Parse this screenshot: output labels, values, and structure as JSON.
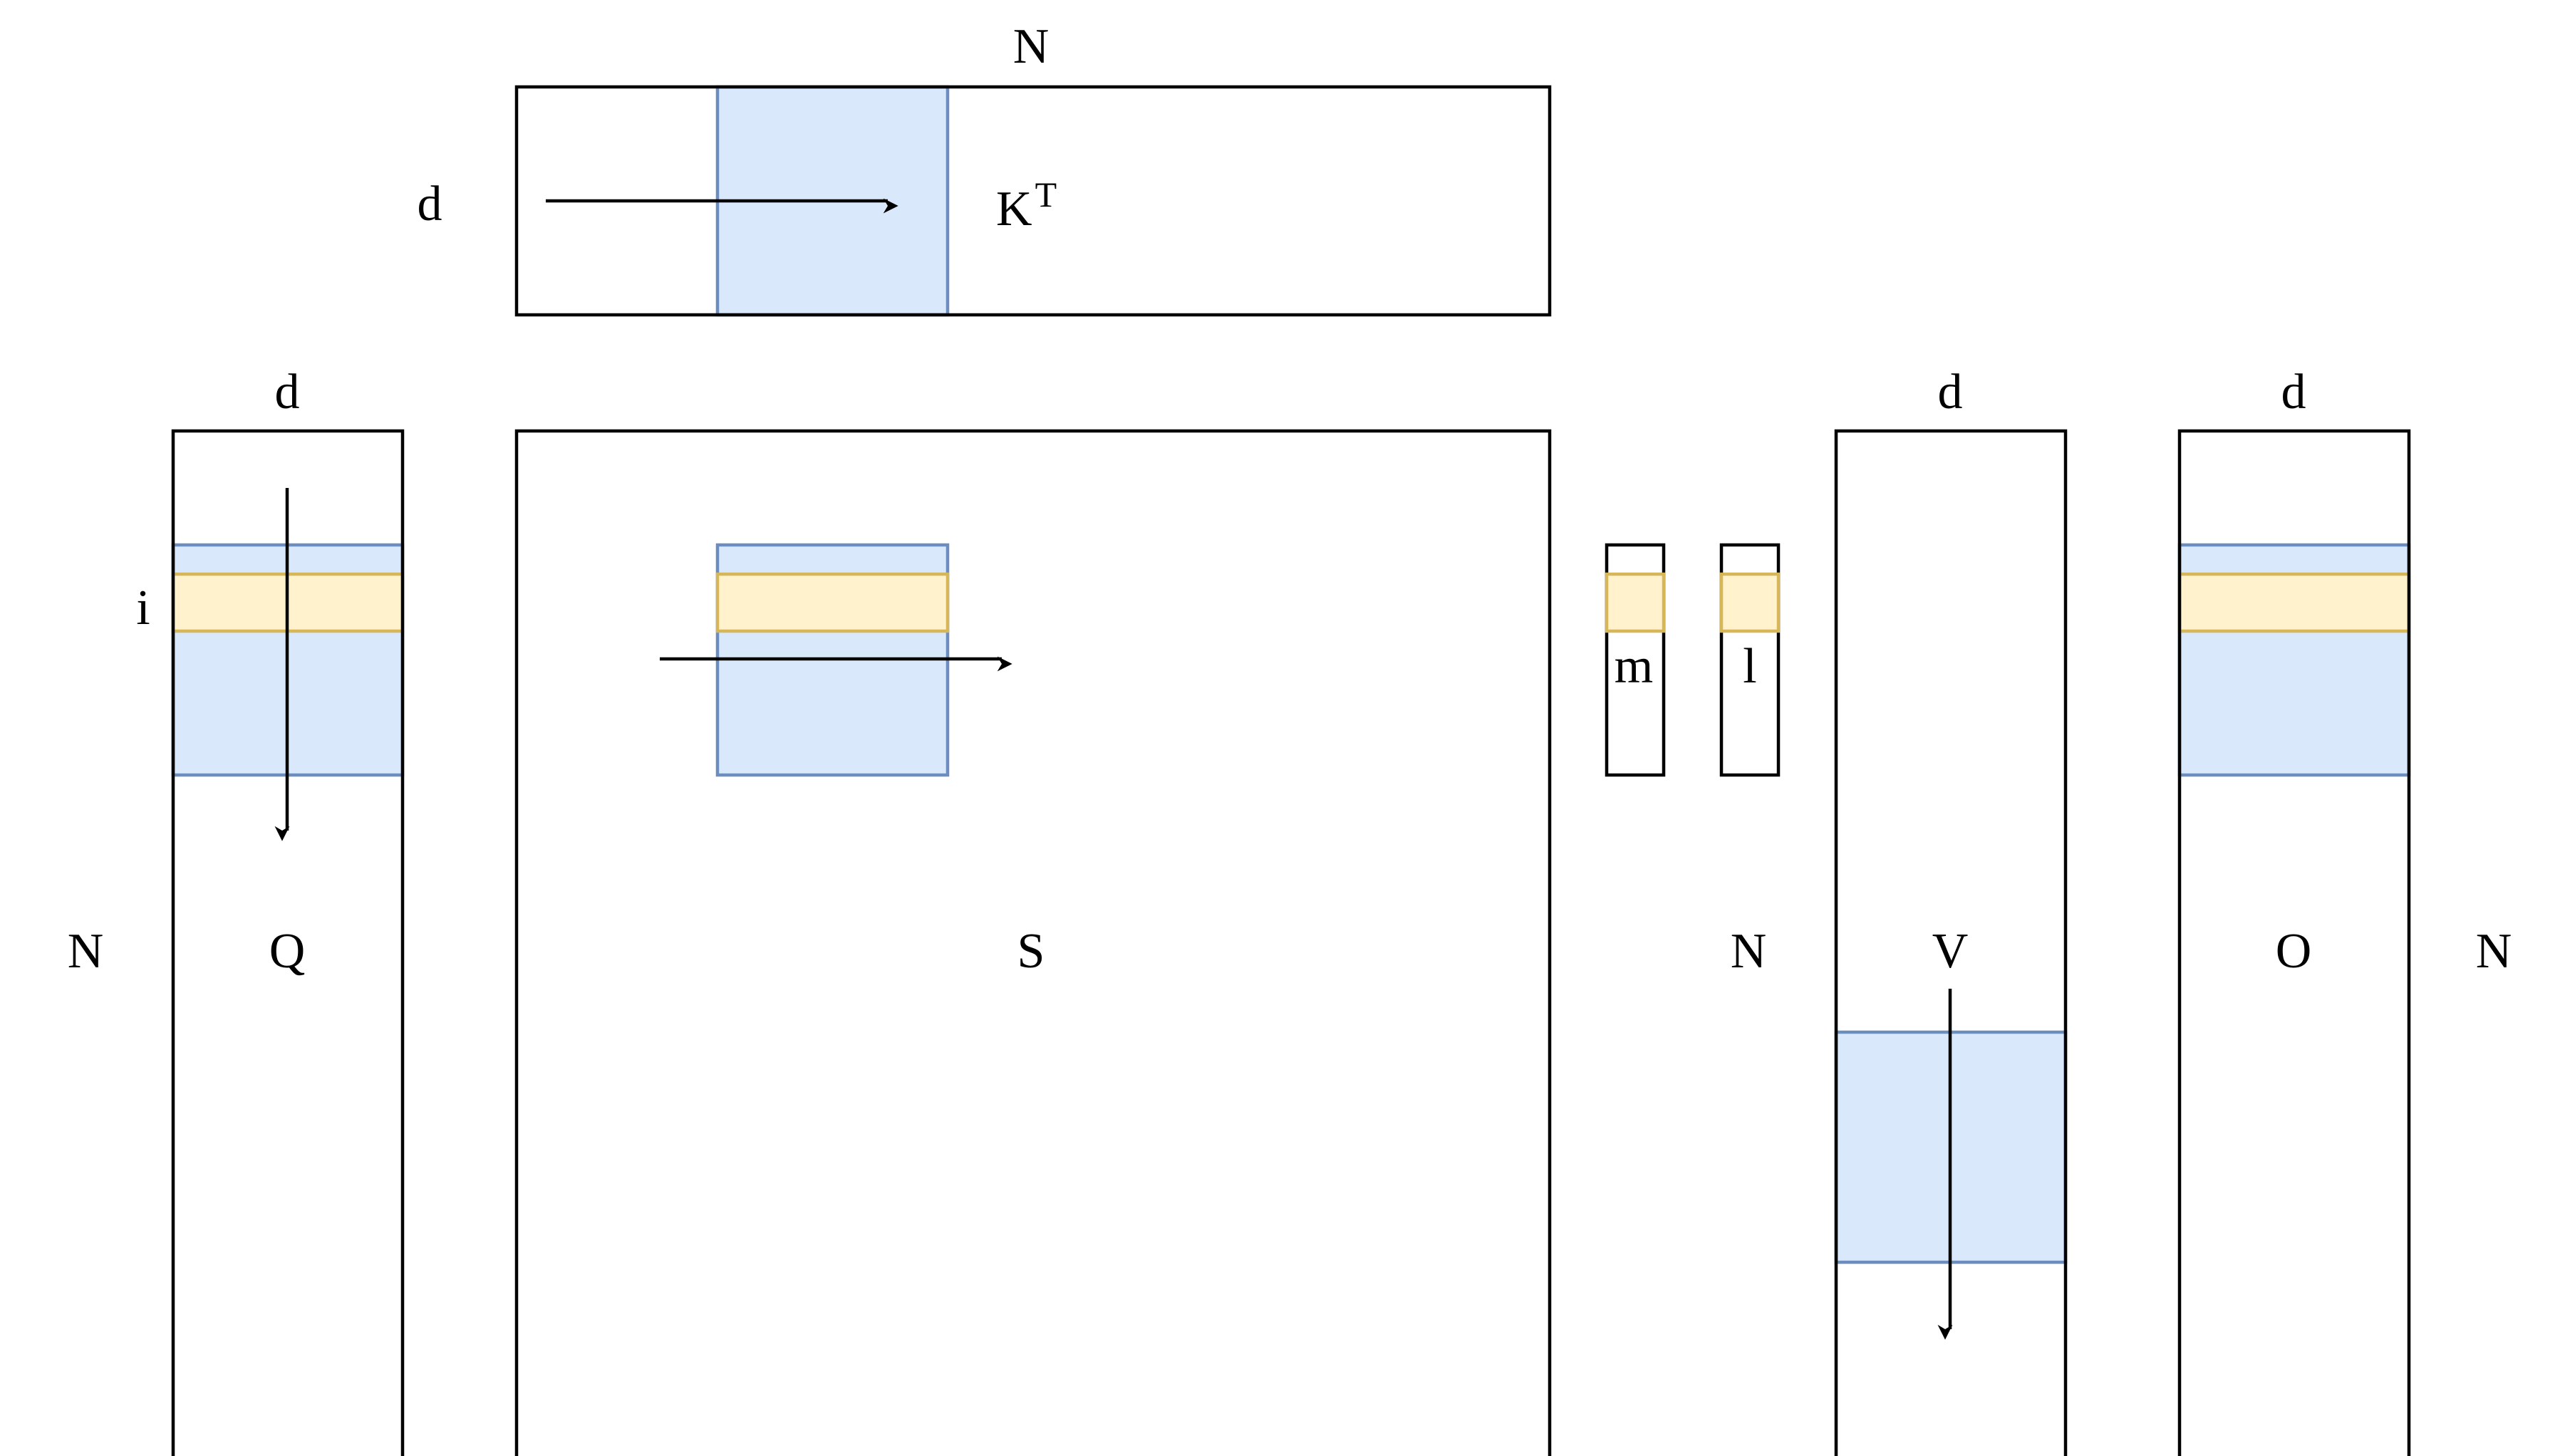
{
  "labels": {
    "kt_top": "N",
    "kt_side": "d",
    "kt_name": "K",
    "kt_sup": "T",
    "q_top": "d",
    "q_row": "i",
    "q_side": "N",
    "q_name": "Q",
    "s_name": "S",
    "m_name": "m",
    "l_name": "l",
    "v_side": "N",
    "v_top": "d",
    "v_name": "V",
    "o_top": "d",
    "o_name": "O",
    "o_side": "N"
  },
  "colors": {
    "block_fill": "#dae8fc",
    "block_stroke": "#6c8ebf",
    "row_fill": "#fff2cc",
    "row_stroke": "#d6b656",
    "line": "#000000"
  }
}
